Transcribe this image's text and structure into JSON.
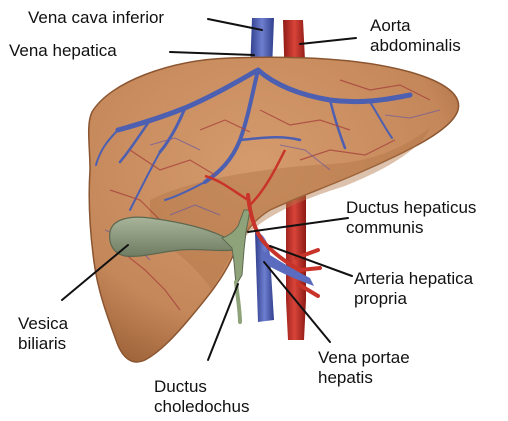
{
  "labels": {
    "vena_cava_inferior": "Vena cava inferior",
    "vena_hepatica": "Vena hepatica",
    "aorta_abdominalis": [
      "Aorta",
      "abdominalis"
    ],
    "ductus_hepaticus_communis": [
      "Ductus hepaticus",
      "communis"
    ],
    "arteria_hepatica_propria": [
      "Arteria hepatica",
      "propria"
    ],
    "vena_portae_hepatis": [
      "Vena portae",
      "hepatis"
    ],
    "ductus_choledochus": [
      "Ductus",
      "choledochus"
    ],
    "vesica_biliaris": [
      "Vesica",
      "biliaris"
    ]
  },
  "colors": {
    "background": "#ffffff",
    "liver": "#c68a5a",
    "liver_shadow": "#9c6137",
    "vein": "#4d5fb0",
    "artery": "#c8342a",
    "gallbladder": "#8f9c80",
    "duct": "#8fa37a",
    "leader_line": "#111111"
  }
}
